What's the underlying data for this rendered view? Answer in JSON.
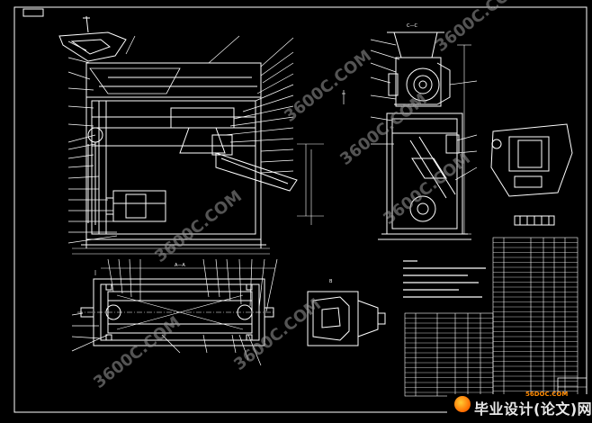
{
  "drawing": {
    "title_block_tag": "",
    "view_labels": {
      "side_view": "C—C",
      "plan_view": "A—A",
      "detail_view": "B"
    }
  },
  "watermarks": [
    "3600C.COM",
    "3600C.COM",
    "3600C.COM",
    "3600C.COM",
    "3600C.COM",
    "3600C.COM",
    "3600C.COM"
  ],
  "logo": {
    "site": "56DOC.COM",
    "text": "毕业设计(论文)网"
  },
  "colors": {
    "background": "#000000",
    "line": "#ffffff",
    "watermark": "#9a9a9a",
    "logo_accent": "#ff8a00"
  }
}
